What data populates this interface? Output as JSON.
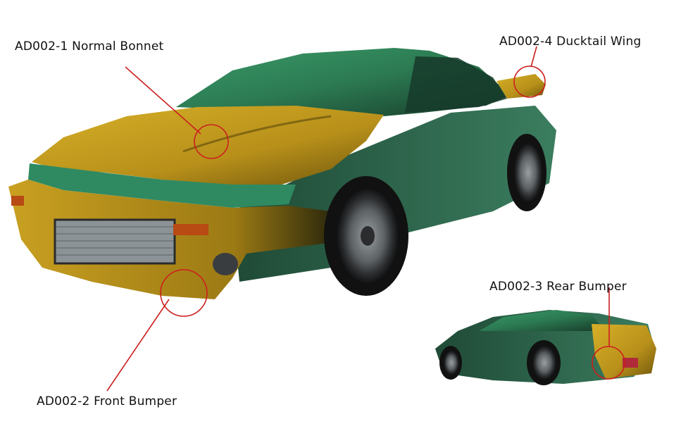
{
  "labels": {
    "bonnet": "AD002-1 Normal Bonnet",
    "front_bumper": "AD002-2 Front Bumper",
    "rear_bumper": "AD002-3 Rear Bumper",
    "ducktail": "AD002-4 Ducktail Wing"
  },
  "colors": {
    "body_green": "#2f7a55",
    "part_gold": "#c8a21c",
    "callout_red": "#cc1f1f"
  }
}
